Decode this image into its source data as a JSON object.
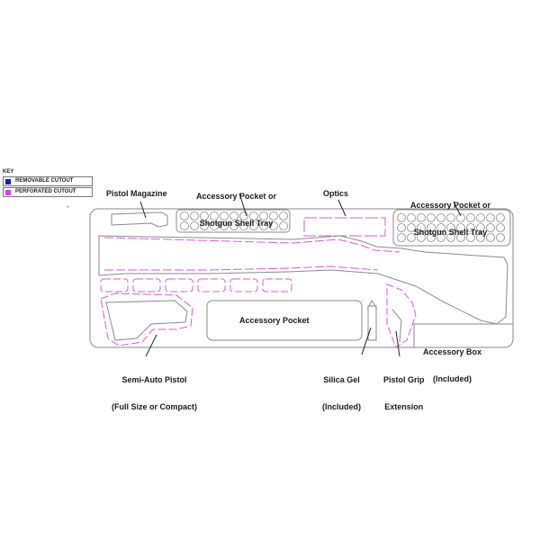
{
  "key": {
    "title": "KEY",
    "items": [
      {
        "label": "REMOVABLE CUTOUT",
        "color": "#1f1fbf"
      },
      {
        "label": "PERFORATED CUTOUT",
        "color": "#e040e0"
      }
    ]
  },
  "stray_mark": "*",
  "labels": {
    "pistol_magazine": "Pistol Magazine",
    "accessory_pocket_left_1": "Accessory Pocket or",
    "accessory_pocket_left_2": "Shotgun Shell Tray",
    "optics": "Optics",
    "accessory_pocket_right_1": "Accessory Pocket or",
    "accessory_pocket_right_2": "Shotgun Shell Tray",
    "accessory_pocket_center": "Accessory Pocket",
    "accessory_box_1": "Accessory Box",
    "accessory_box_2": "(Included)",
    "semi_auto_1": "Semi-Auto Pistol",
    "semi_auto_2": "(Full Size or Compact)",
    "silica_1": "Silica Gel",
    "silica_2": "(Included)",
    "grip_1": "Pistol Grip",
    "grip_2": "Extension"
  },
  "colors": {
    "outline": "#8a8a8a",
    "perforated": "#d85ad8",
    "leader": "#222222"
  }
}
